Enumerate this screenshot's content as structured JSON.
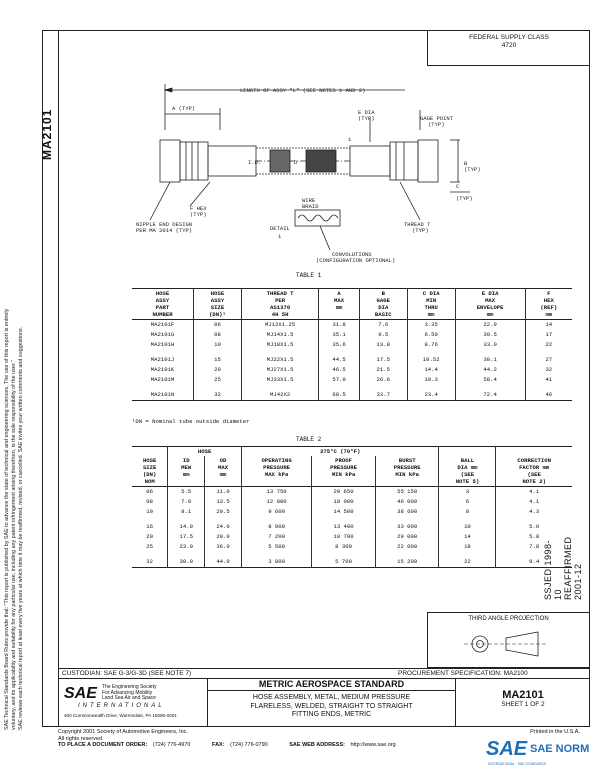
{
  "side": {
    "doc_number": "MA2101",
    "fineprint_lines": [
      "SAE Technical Standards Board Rules provide that: \"This report is published by SAE to advance the state of technical and engineering sciences. The use of this report is entirely",
      "voluntary, and its applicability and suitability for any particular use, including any patent infringement arising therefrom, is the sole responsibility of the user.\"",
      "SAE reviews each technical report at least every five years at which time it may be reaffirmed, revised, or cancelled. SAE invites your written comments and suggestions."
    ]
  },
  "federal_supply_class": {
    "label": "FEDERAL SUPPLY CLASS",
    "value": "4720"
  },
  "drawing": {
    "length_label": "LENGTH OF ASSY \"L\" (SEE NOTES 1 AND 2)",
    "a_typ": "A (TYP)",
    "e_dia": "E DIA",
    "typ1": "(TYP)",
    "gage_point": "GAGE POINT",
    "typ2": "(TYP)",
    "id": "I.D.",
    "d": "D",
    "bdim": "B",
    "typ3": "(TYP)",
    "c": "C",
    "typ4": "(TYP)",
    "f_hex": "F HEX",
    "typ5": "(TYP)",
    "nipple": "NIPPLE END DESIGN",
    "nipple2": "PER MA 2014 (TYP)",
    "wire_braid": "WIRE",
    "wire_braid2": "BRAID",
    "detail": "DETAIL",
    "detail_no": "1",
    "thread_t": "THREAD T",
    "typ6": "(TYP)",
    "convolutions": "CONVOLUTIONS",
    "config": "(CONFIGURATION OPTIONAL)",
    "one": "1"
  },
  "table1": {
    "title": "TABLE 1",
    "headers": [
      [
        "HOSE",
        "ASSY",
        "PART",
        "NUMBER"
      ],
      [
        "HOSE",
        "ASSY",
        "SIZE",
        "(DN)¹"
      ],
      [
        "THREAD T",
        "PER",
        "AS1370",
        "4H 5H"
      ],
      [
        "A",
        "MAX",
        "",
        "mm"
      ],
      [
        "B",
        "GAGE",
        "DIA",
        "BASIC"
      ],
      [
        "C DIA",
        "MIN",
        "THRU",
        "mm"
      ],
      [
        "E DIA",
        "MAX",
        "ENVELOPE",
        "mm"
      ],
      [
        "F",
        "HEX",
        "(REF)",
        "mm"
      ]
    ],
    "groups": [
      [
        [
          "MA2101F",
          "06",
          "MJ12X1.25",
          "31.8",
          "7.6",
          "3.35",
          "22.9",
          "14"
        ],
        [
          "MA2101G",
          "08",
          "MJ14X1.5",
          "35.1",
          "9.5",
          "6.50",
          "30.5",
          "17"
        ],
        [
          "MA2101H",
          "10",
          "MJ18X1.5",
          "35.6",
          "13.8",
          "8.76",
          "33.0",
          "22"
        ]
      ],
      [
        [
          "MA2101J",
          "15",
          "MJ22X1.5",
          "44.5",
          "17.5",
          "10.52",
          "38.1",
          "27"
        ],
        [
          "MA2101K",
          "20",
          "MJ27X1.5",
          "46.5",
          "21.5",
          "14.4",
          "44.2",
          "32"
        ],
        [
          "MA2101M",
          "25",
          "MJ33X1.5",
          "57.9",
          "26.6",
          "19.3",
          "58.4",
          "41"
        ]
      ],
      [
        [
          "MA2101N",
          "32",
          "MJ42X2",
          "60.5",
          "33.7",
          "23.4",
          "72.4",
          "46"
        ]
      ]
    ],
    "note": "¹DN = Nominal tube outside diameter"
  },
  "table2": {
    "title": "TABLE 2",
    "hose_header": "HOSE",
    "temp_header": "275°C (70°F)",
    "headers": [
      [
        "HOSE",
        "SIZE",
        "(DN)",
        "NOM"
      ],
      [
        "ID",
        "MEW",
        "",
        "mm"
      ],
      [
        "OD",
        "MAX",
        "",
        "mm"
      ],
      [
        "OPERATING",
        "PRESSURE",
        "MAX kPa"
      ],
      [
        "PROOF",
        "PRESSURE",
        "MIN kPa"
      ],
      [
        "BURST",
        "PRESSURE",
        "MIN kPa"
      ],
      [
        "BALL",
        "DIA mm",
        "(SEE",
        "NOTE 5)"
      ],
      [
        "CORRECTION",
        "FACTOR mm",
        "(SEE",
        "NOTE 2)"
      ]
    ],
    "groups": [
      [
        [
          "06",
          "5.5",
          "11.0",
          "13 750",
          "20 650",
          "55 150",
          "3",
          "4.1"
        ],
        [
          "08",
          "7.0",
          "13.5",
          "12 000",
          "18 000",
          "46 000",
          "6",
          "4.1"
        ],
        [
          "10",
          "8.1",
          "20.5",
          "9 600",
          "14 500",
          "38 600",
          "8",
          "4.3"
        ]
      ],
      [
        [
          "16",
          "14.0",
          "24.0",
          "8 900",
          "13 400",
          "33 000",
          "10",
          "5.0"
        ],
        [
          "20",
          "17.5",
          "29.0",
          "7 200",
          "10 700",
          "29 000",
          "14",
          "5.8"
        ],
        [
          "25",
          "23.0",
          "36.0",
          "5 500",
          "8 300",
          "22 000",
          "18",
          "7.8"
        ]
      ],
      [
        [
          "32",
          "30.0",
          "44.0",
          "3 800",
          "5 700",
          "15 200",
          "22",
          "9.4"
        ]
      ]
    ]
  },
  "reaffirmed": "SSJED 1998-10     REAFFIRMED 2001-12",
  "third_angle": "THIRD ANGLE PROJECTION",
  "custodian": "CUSTODIAN: SAE G-3/G-3D (SEE NOTE 7)",
  "procurement": "PROCUREMENT SPECIFICATION: MA2100",
  "logo": {
    "sae": "SAE",
    "tag1": "The Engineering Society",
    "tag2": "For Advancing Mobility",
    "tag3": "Land Sea Air and Space",
    "intl": "INTERNATIONAL",
    "address": "400 Commonwealth Drive, Warrendale, PA 15096-0001"
  },
  "title": {
    "standard": "METRIC AEROSPACE STANDARD",
    "line1": "HOSE ASSEMBLY, METAL, MEDIUM PRESSURE",
    "line2": "FLARELESS, WELDED, STRAIGHT TO STRAIGHT",
    "line3": "FITTING ENDS, METRIC"
  },
  "doc": {
    "number": "MA2101",
    "sheet": "SHEET 1 OF 2"
  },
  "footer": {
    "copyright": "Copyright 2001 Society of Automotive Engineers, Inc.",
    "rights": "All rights reserved.",
    "printed": "Printed in the U.S.A.",
    "order_label": "TO PLACE A DOCUMENT ORDER:",
    "order_phone": "(724) 776-4970",
    "fax_label": "FAX:",
    "fax": "(724) 776-0790",
    "web_label": "SAE WEB ADDRESS:",
    "web": "http://www.sae.org"
  },
  "brand": {
    "mark": "SAE",
    "name": "SAE NORM",
    "tag": "INTERNATIONAL · SAE STANDARDS"
  },
  "colors": {
    "brand_blue": "#1f6fb8",
    "ink": "#111111"
  }
}
